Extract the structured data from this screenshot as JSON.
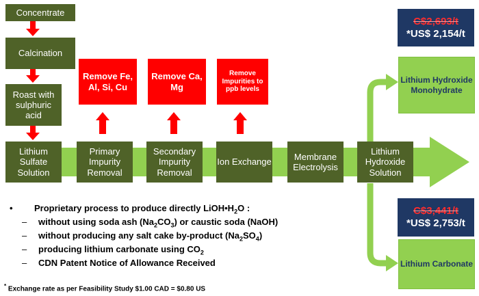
{
  "left_column": {
    "concentrate": "Concentrate",
    "calcination": "Calcination",
    "roast": "Roast with sulphuric acid"
  },
  "process_steps": [
    "Lithium Sulfate Solution",
    "Primary Impurity Removal",
    "Secondary Impurity Removal",
    "Ion Exchange",
    "Membrane Electrolysis",
    "Lithium Hydroxide Solution"
  ],
  "removals": [
    "Remove Fe, Al, Si, Cu",
    "Remove Ca, Mg",
    "Remove Impurities to ppb levels"
  ],
  "products": {
    "hydroxide": "Lithium Hydroxide Monohydrate",
    "carbonate": "Lithium Carbonate"
  },
  "prices": {
    "hydroxide_cad": "C$2,693/t",
    "hydroxide_usd": "*US$ 2,154/t",
    "carbonate_cad": "C$3,441/t",
    "carbonate_usd": "*US$ 2,753/t"
  },
  "bullets": {
    "main_prefix": "Proprietary process to produce directly LiOH•H",
    "main_sub": "2",
    "main_suffix": "O :",
    "item1_a": "without using soda ash (Na",
    "item1_b": "2",
    "item1_c": "CO",
    "item1_d": "3",
    "item1_e": ") or caustic soda (NaOH)",
    "item2_a": "without producing any salt cake by-product (Na",
    "item2_b": "2",
    "item2_c": "SO",
    "item2_d": "4",
    "item2_e": ")",
    "item3_a": "producing lithium carbonate using CO",
    "item3_b": "2",
    "item4": "CDN Patent Notice of Allowance Received"
  },
  "footnote": {
    "star": "*",
    "text": " Exchange rate as per Feasibility Study $1.00 CAD = $0.80 US"
  },
  "colors": {
    "olive": "#4f6228",
    "red": "#ff0000",
    "light_green": "#92d050",
    "navy": "#1f3864"
  }
}
